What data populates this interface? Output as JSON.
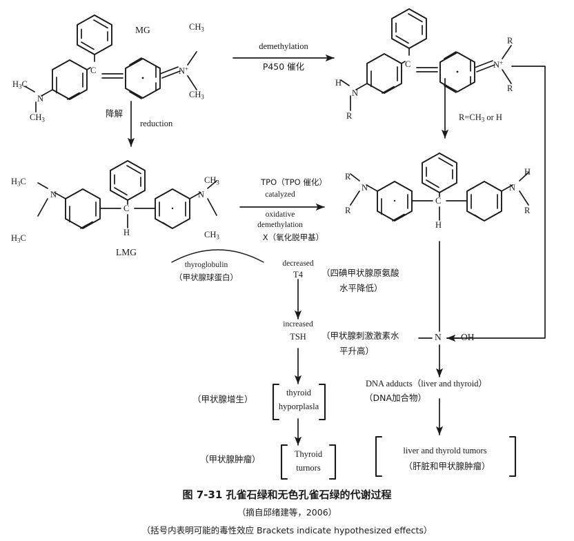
{
  "figure": {
    "caption_main": "图 7-31    孔雀石绿和无色孔雀石绿的代谢过程",
    "caption_source": "（摘自邱绪建等，2006）",
    "caption_note": "（括号内表明可能的毒性效应 Brackets indicate hypothesized effects）"
  },
  "chart_data": {
    "type": "diagram",
    "title": "图 7-31 孔雀石绿和无色孔雀石绿的代谢过程",
    "nodes": [
      {
        "id": "mg",
        "label": "MG",
        "kind": "structure",
        "note": "Malachite Green cation"
      },
      {
        "id": "demethyl_mg",
        "label": "",
        "kind": "structure",
        "note": "N-demethylated MG cation, R=CH3 or H"
      },
      {
        "id": "lmg",
        "label": "LMG",
        "kind": "structure",
        "note": "Leucomalachite Green"
      },
      {
        "id": "demethyl_lmg",
        "label": "",
        "kind": "structure",
        "note": "N-demethylated LMG, R=CH3 or H"
      },
      {
        "id": "t4",
        "label": "decreased T4",
        "kind": "text"
      },
      {
        "id": "tsh",
        "label": "increased TSH",
        "kind": "text"
      },
      {
        "id": "noh",
        "label": "N — OH",
        "kind": "fragment"
      },
      {
        "id": "dna",
        "label": "DNA adducts (liver and thyroid)",
        "kind": "text"
      },
      {
        "id": "hyperplasia",
        "label": "thyroid hyporplasla",
        "kind": "bracket"
      },
      {
        "id": "thyroid_tumors",
        "label": "Thyroid turnors",
        "kind": "bracket"
      },
      {
        "id": "liver_tumors",
        "label": "liver and thyrold tumors",
        "kind": "bracket"
      }
    ],
    "edges": [
      {
        "from": "mg",
        "to": "demethyl_mg",
        "label": "demethylation / P450 催化"
      },
      {
        "from": "mg",
        "to": "lmg",
        "label": "降解 reduction"
      },
      {
        "from": "lmg",
        "to": "demethyl_lmg",
        "label": "TPO（TPO 催化）catalyzed oxidative demethylation X（氧化脱甲基）"
      },
      {
        "from": "demethyl_mg",
        "to": "demethyl_lmg",
        "label": "R=CH3 or H"
      },
      {
        "from": "thyroglobulin",
        "to": "t4",
        "label": "decreased"
      },
      {
        "from": "t4",
        "to": "tsh",
        "label": "increased"
      },
      {
        "from": "tsh",
        "to": "hyperplasia",
        "label": ""
      },
      {
        "from": "hyperplasia",
        "to": "thyroid_tumors",
        "label": ""
      },
      {
        "from": "demethyl_lmg",
        "to": "noh",
        "label": ""
      },
      {
        "from": "noh",
        "to": "dna",
        "label": ""
      },
      {
        "from": "dna",
        "to": "liver_tumors",
        "label": ""
      },
      {
        "from": "demethyl_mg",
        "to": "noh",
        "label": "feedback loop right side"
      }
    ]
  },
  "structures": {
    "mg": {
      "name": "MG",
      "center_atom": "C",
      "left_amine": {
        "top": "H3C",
        "n": "N",
        "bottom": "CH3"
      },
      "right_amine": {
        "top": "CH3",
        "n": "N",
        "charge": "+",
        "bottom": "CH3"
      }
    },
    "demethyl_mg": {
      "center_atom": "C",
      "left_amine": {
        "top": "H",
        "n": "N",
        "bottom": "R"
      },
      "right_amine": {
        "top": "R",
        "n": "N",
        "charge": "+",
        "bottom": "R"
      },
      "r_definition": "R=CH3 or H"
    },
    "lmg": {
      "name": "LMG",
      "center_atom": "C",
      "center_h": "H",
      "left_amine": {
        "top": "H3C",
        "n": "N",
        "bottom": "H3C"
      },
      "right_amine": {
        "top": "CH3",
        "n": "N",
        "bottom": "CH3"
      }
    },
    "demethyl_lmg": {
      "center_atom": "C",
      "center_h": "H",
      "left_amine": {
        "top": "R",
        "n": "N",
        "bottom": "R"
      },
      "right_amine": {
        "top": "H",
        "n": "N",
        "bottom": "R"
      }
    }
  },
  "labels": {
    "mg_title": "MG",
    "lmg_title": "LMG",
    "demethylation_en": "demethylation",
    "p450_cn": "P450 催化",
    "reduction_cn": "降解",
    "reduction_en": "reduction",
    "r_definition": "R=CH",
    "r_definition_sub": "3",
    "r_definition_tail": " or H",
    "tpo_line1": "TPO（TPO 催化）",
    "tpo_line2": "catalyzed",
    "tpo_line3": "oxidative",
    "tpo_line4": "demethylation",
    "tpo_line5": "X（氧化脱甲基）",
    "thyroglobulin_en": "thyroglobulin",
    "thyroglobulin_cn": "（甲状腺球蛋白）",
    "decreased": "decreased",
    "t4": "T4",
    "t4_cn_line1": "（四碘甲状腺原氨酸",
    "t4_cn_line2": "水平降低）",
    "increased": "increased",
    "tsh": "TSH",
    "tsh_cn_line1": "（甲状腺刺激激素水",
    "tsh_cn_line2": "平升高）",
    "n_atom": "N",
    "oh_group": "OH",
    "hyperplasia_cn": "（甲状腺增生）",
    "hyperplasia_en_line1": "thyroid",
    "hyperplasia_en_line2": "hyporplasla",
    "thyroid_tumor_cn": "（甲状腺肿瘤）",
    "thyroid_tumor_en_line1": "Thyroid",
    "thyroid_tumor_en_line2": "turnors",
    "dna_adducts_en": "DNA adducts（liver and thyroid）",
    "dna_adducts_cn": "（DNA加合物）",
    "liver_tumors_en": "liver and thyrold tumors",
    "liver_tumors_cn": "（肝脏和甲状腺肿瘤）"
  },
  "colors": {
    "ink": "#1a1a1a",
    "background": "#ffffff"
  }
}
